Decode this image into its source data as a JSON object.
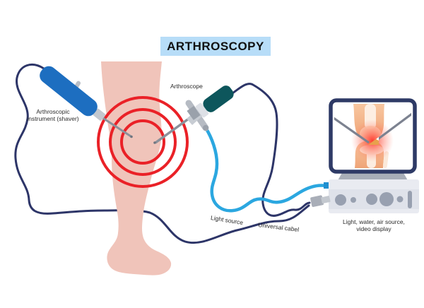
{
  "title": {
    "text": "ARTHROSCOPY"
  },
  "labels": {
    "arthroscope": "Arthroscope",
    "shaver": [
      "Arthroscopic",
      "instrument (shaver)"
    ],
    "light_source": "Light source",
    "universal_cable": "Universal cabel",
    "device": [
      "Light, water, air source,",
      "video display"
    ]
  },
  "colors": {
    "title_bg": "#b7ddf8",
    "skin": "#f0c4ba",
    "screen_skin": "#f2aa7e",
    "target_rings": "#ea2127",
    "shaver_handle": "#1d6ec0",
    "scope_body": "#0d565c",
    "navy_cable": "#2d3568",
    "light_cable": "#2ba7e0",
    "monitor_frame": "#2e3a66",
    "device_box": "#e9ebf1",
    "device_band": "#dfe2ea",
    "device_buttons": "#98a0b0",
    "metal_gray": "#b9bec6",
    "label_text": "#2b2b2b"
  }
}
